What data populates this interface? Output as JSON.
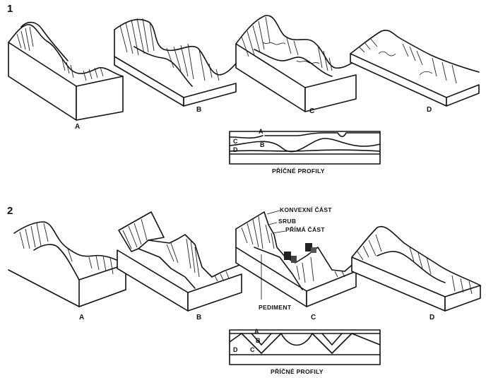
{
  "row1": {
    "number": "1",
    "blocks": [
      "A",
      "B",
      "C",
      "D"
    ],
    "profile": {
      "labels": [
        "A",
        "B",
        "C",
        "D"
      ],
      "caption": "PŘÍČNÉ PROFILY"
    }
  },
  "row2": {
    "number": "2",
    "blocks": [
      "A",
      "B",
      "C",
      "D"
    ],
    "annotations": {
      "convex": "KONVEXNÍ ČÁST",
      "scarp": "SRUB",
      "straight": "PŘÍMÁ ČÁST",
      "pediment": "PEDIMENT"
    },
    "profile": {
      "labels": [
        "A",
        "B",
        "C",
        "D"
      ],
      "caption": "PŘÍČNÉ PROFILY"
    }
  }
}
